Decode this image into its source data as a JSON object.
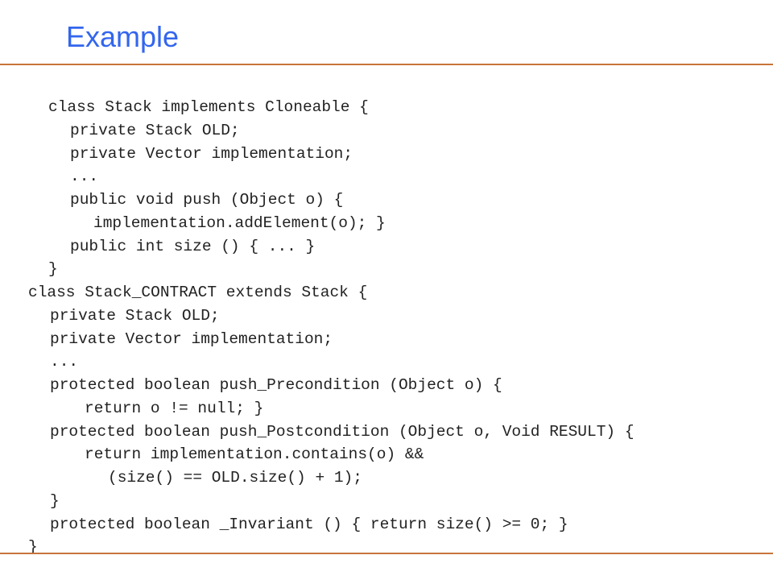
{
  "slide": {
    "title": "Example"
  },
  "code": {
    "lines": [
      "class Stack implements Cloneable {",
      "private Stack OLD;",
      "private Vector implementation;",
      "...",
      "public void push (Object o) {",
      "implementation.addElement(o); }",
      "public int size () { ... }",
      "}",
      "class Stack_CONTRACT extends Stack {",
      "private Stack OLD;",
      "private Vector implementation;",
      "...",
      "protected boolean push_Precondition (Object o) {",
      "return o != null; }",
      "protected boolean push_Postcondition (Object o, Void RESULT) {",
      "return implementation.contains(o) &&",
      "(size() == OLD.size() + 1);",
      "}",
      "protected boolean _Invariant () { return size() >= 0; }",
      "}"
    ]
  },
  "colors": {
    "title": "#3366ee",
    "rule": "#c8743a",
    "code_text": "#222222"
  }
}
